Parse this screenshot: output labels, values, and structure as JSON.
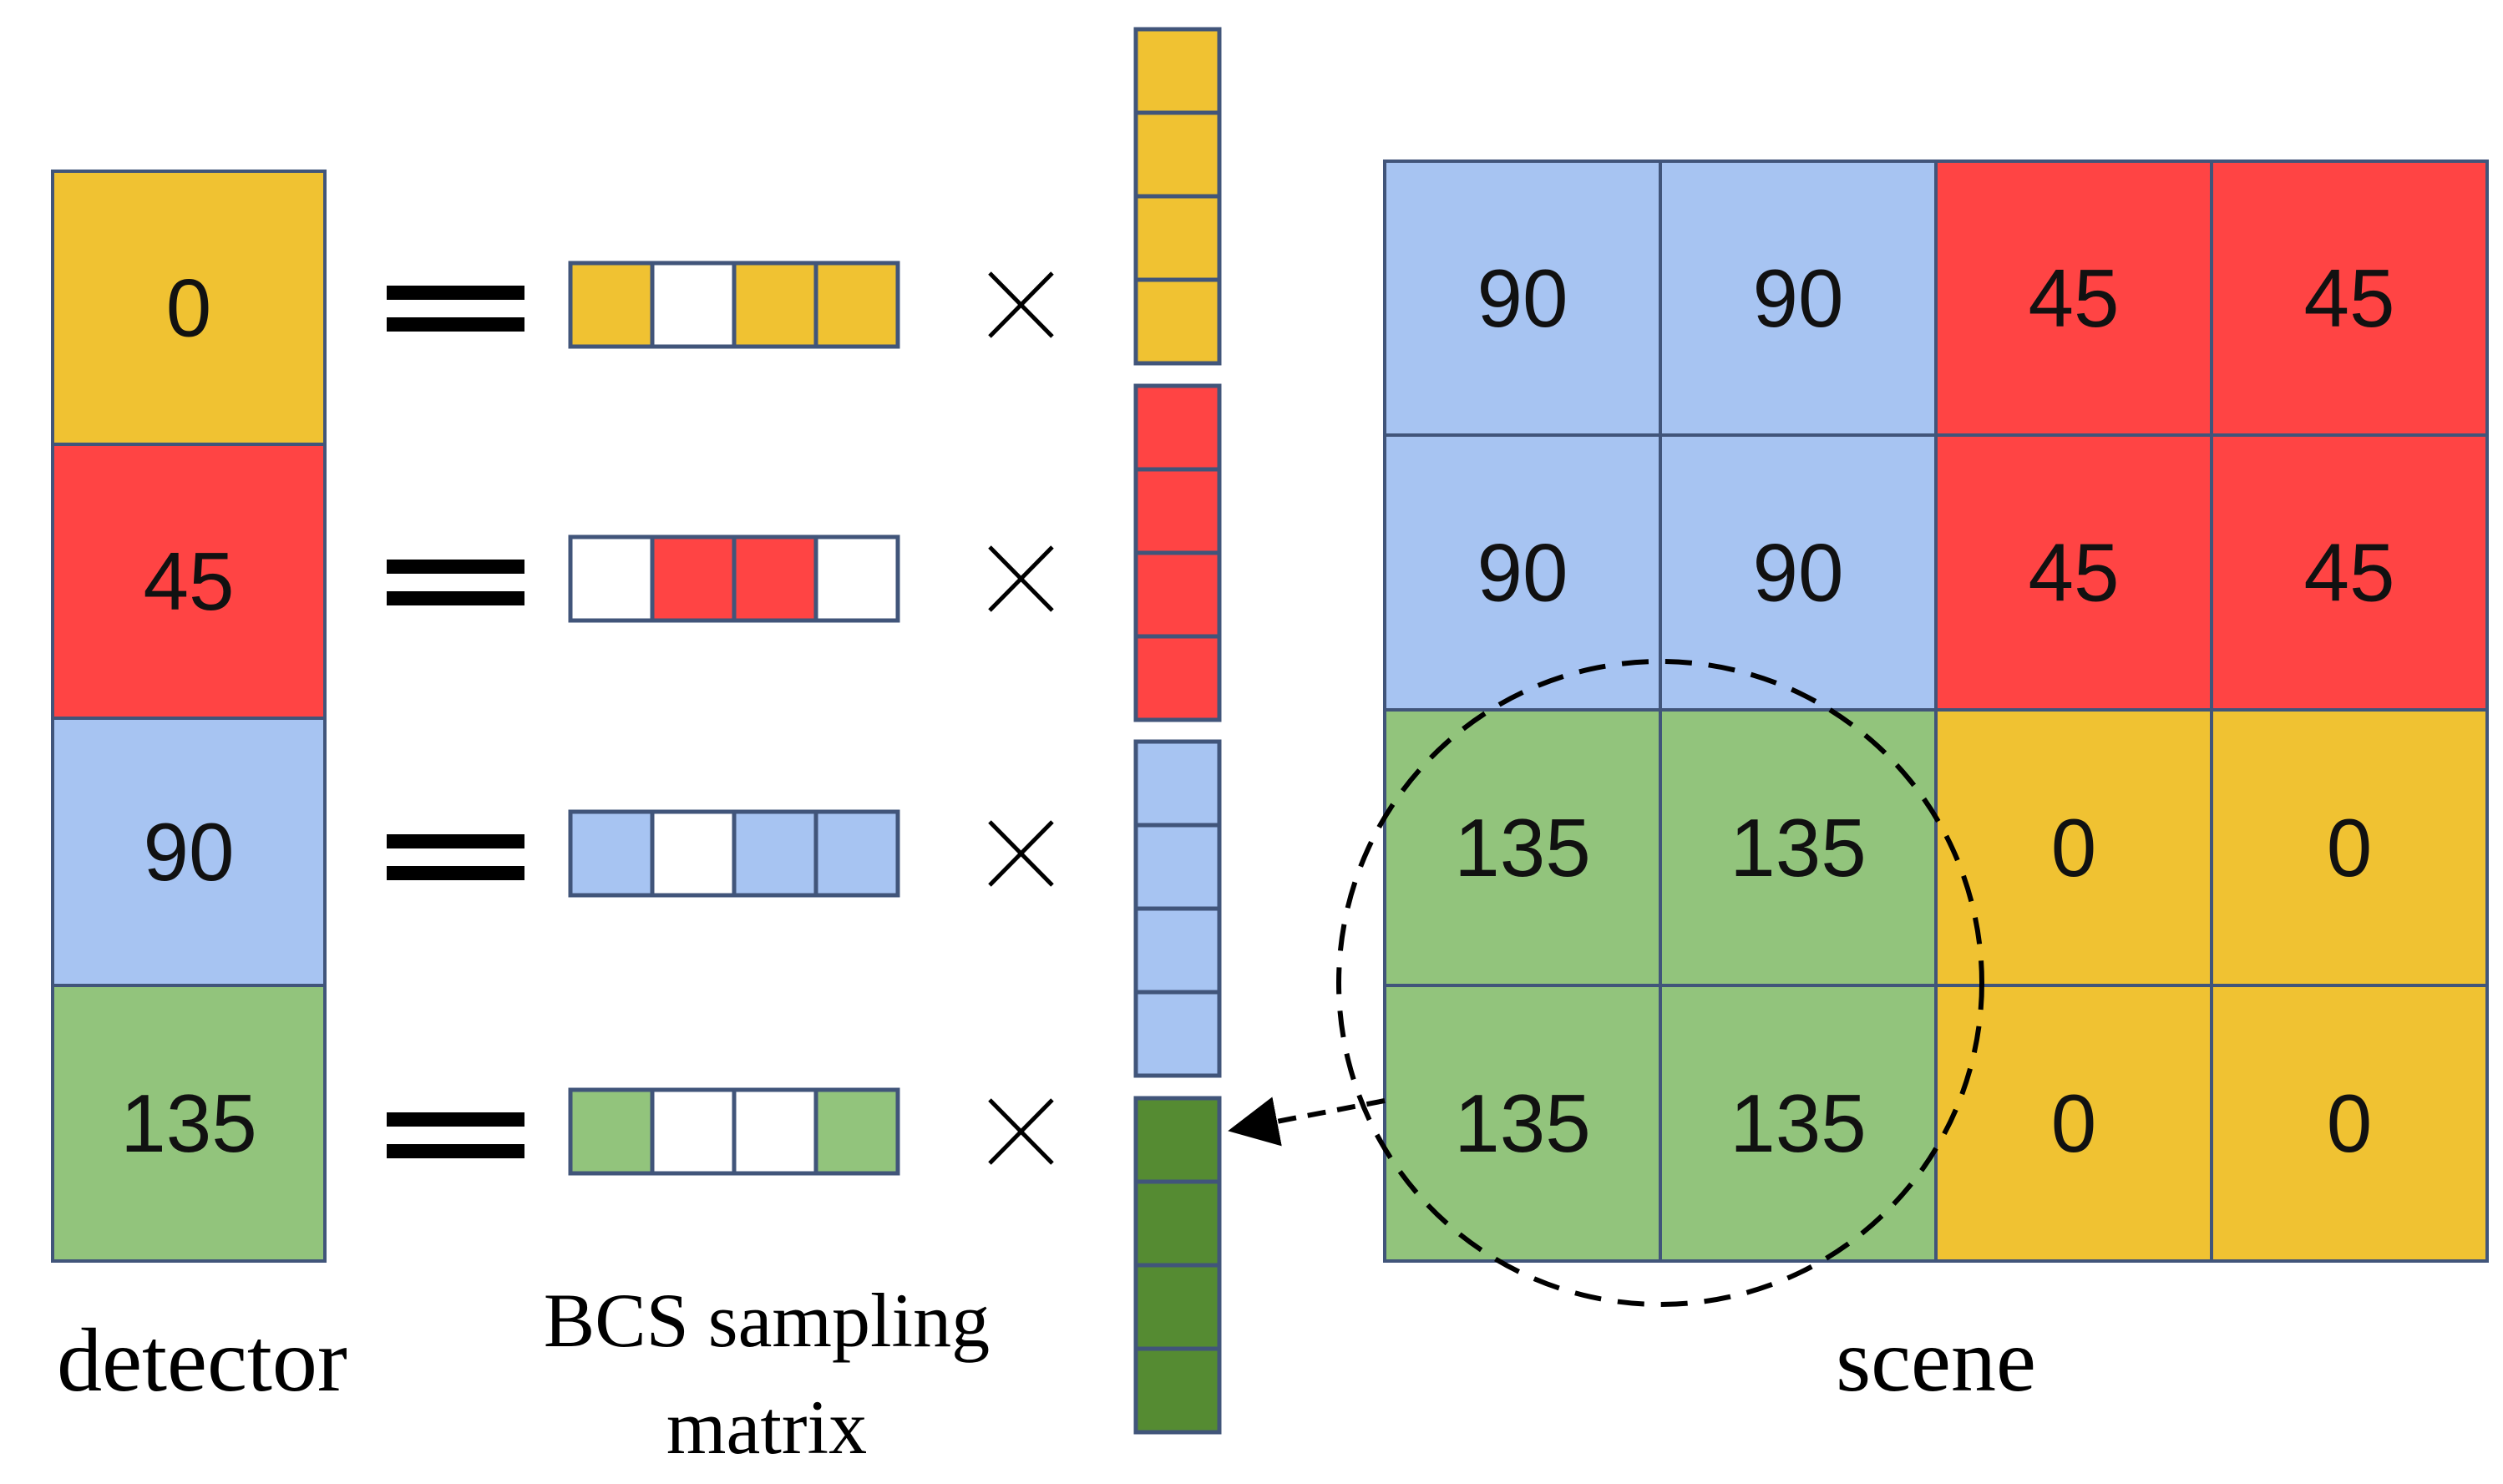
{
  "detector": {
    "caption": "detector",
    "cells": [
      {
        "value": "0",
        "color": "#F0C232"
      },
      {
        "value": "45",
        "color": "#FF4444"
      },
      {
        "value": "90",
        "color": "#A7C4F2"
      },
      {
        "value": "135",
        "color": "#92C47C"
      }
    ]
  },
  "sampling": {
    "caption_line1": "BCS sampling",
    "caption_line2": "matrix",
    "rows": [
      {
        "color": "#F0C232",
        "pattern": [
          1,
          0,
          1,
          1
        ]
      },
      {
        "color": "#FF4444",
        "pattern": [
          0,
          1,
          1,
          0
        ]
      },
      {
        "color": "#A7C4F2",
        "pattern": [
          1,
          0,
          1,
          1
        ]
      },
      {
        "color": "#92C47C",
        "pattern": [
          1,
          0,
          0,
          1
        ]
      }
    ],
    "equals_symbol": "=",
    "times_symbol": "×"
  },
  "vectors": [
    {
      "color": "#F0C232"
    },
    {
      "color": "#FF4444"
    },
    {
      "color": "#A7C4F2"
    },
    {
      "color": "#558B32"
    }
  ],
  "scene": {
    "caption": "scene",
    "grid": [
      [
        {
          "value": "90",
          "color": "#A7C4F2"
        },
        {
          "value": "90",
          "color": "#A7C4F2"
        },
        {
          "value": "45",
          "color": "#FF4444"
        },
        {
          "value": "45",
          "color": "#FF4444"
        }
      ],
      [
        {
          "value": "90",
          "color": "#A7C4F2"
        },
        {
          "value": "90",
          "color": "#A7C4F2"
        },
        {
          "value": "45",
          "color": "#FF4444"
        },
        {
          "value": "45",
          "color": "#FF4444"
        }
      ],
      [
        {
          "value": "135",
          "color": "#92C47C"
        },
        {
          "value": "135",
          "color": "#92C47C"
        },
        {
          "value": "0",
          "color": "#F0C232"
        },
        {
          "value": "0",
          "color": "#F0C232"
        }
      ],
      [
        {
          "value": "135",
          "color": "#92C47C"
        },
        {
          "value": "135",
          "color": "#92C47C"
        },
        {
          "value": "0",
          "color": "#F0C232"
        },
        {
          "value": "0",
          "color": "#F0C232"
        }
      ]
    ]
  },
  "colors": {
    "border": "#41557A",
    "empty": "#FFFFFF"
  }
}
